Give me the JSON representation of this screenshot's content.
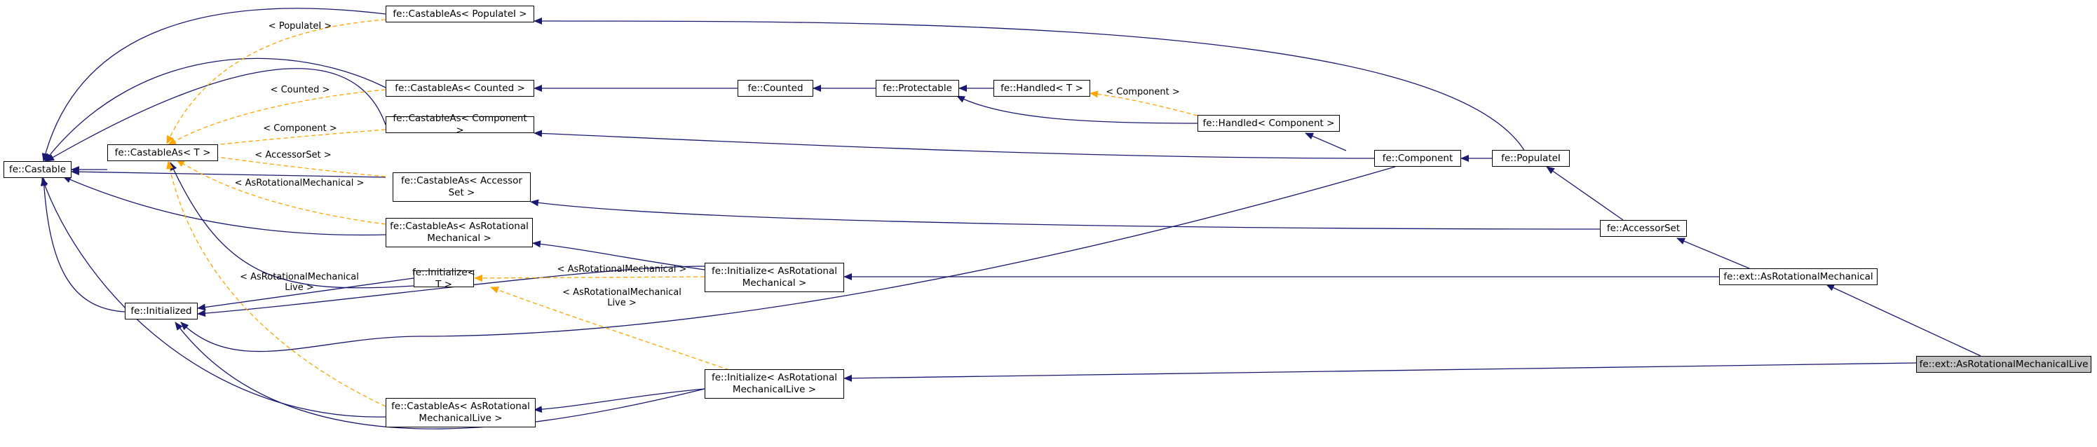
{
  "colors": {
    "inherit": "#191970",
    "template": "#ffa500",
    "highlight_fill": "#bfbfbf"
  },
  "nodes": {
    "castable": "fe::Castable",
    "castable_t": "fe::CastableAs< T >",
    "initialized": "fe::Initialized",
    "castable_populatei": "fe::CastableAs< PopulateI >",
    "castable_counted": "fe::CastableAs< Counted >",
    "castable_component": "fe::CastableAs< Component >",
    "castable_accessorset": "fe::CastableAs< Accessor\nSet >",
    "castable_asrot": "fe::CastableAs< AsRotational\nMechanical >",
    "initialize_t": "fe::Initialize< T >",
    "castable_asrotlive": "fe::CastableAs< AsRotational\nMechanicalLive >",
    "counted": "fe::Counted",
    "initialize_asrot": "fe::Initialize< AsRotational\nMechanical >",
    "initialize_asrotlive": "fe::Initialize< AsRotational\nMechanicalLive >",
    "protectable": "fe::Protectable",
    "handled_t": "fe::Handled< T >",
    "handled_component": "fe::Handled< Component >",
    "component": "fe::Component",
    "populatei": "fe::PopulateI",
    "accessorset": "fe::AccessorSet",
    "asrotmech": "fe::ext::AsRotationalMechanical",
    "asrotmechlive": "fe::ext::AsRotationalMechanicalLive"
  },
  "edge_labels": {
    "populatei": "< PopulateI >",
    "counted": "< Counted >",
    "component": "< Component >",
    "accessorset": "< AccessorSet >",
    "asrot_castable": "< AsRotationalMechanical >",
    "asrot_initialize": "< AsRotationalMechanical >",
    "asrotlive_castable": "< AsRotationalMechanical\nLive >",
    "asrotlive_initialize": "< AsRotationalMechanical\nLive >",
    "handled_component": "< Component >"
  }
}
